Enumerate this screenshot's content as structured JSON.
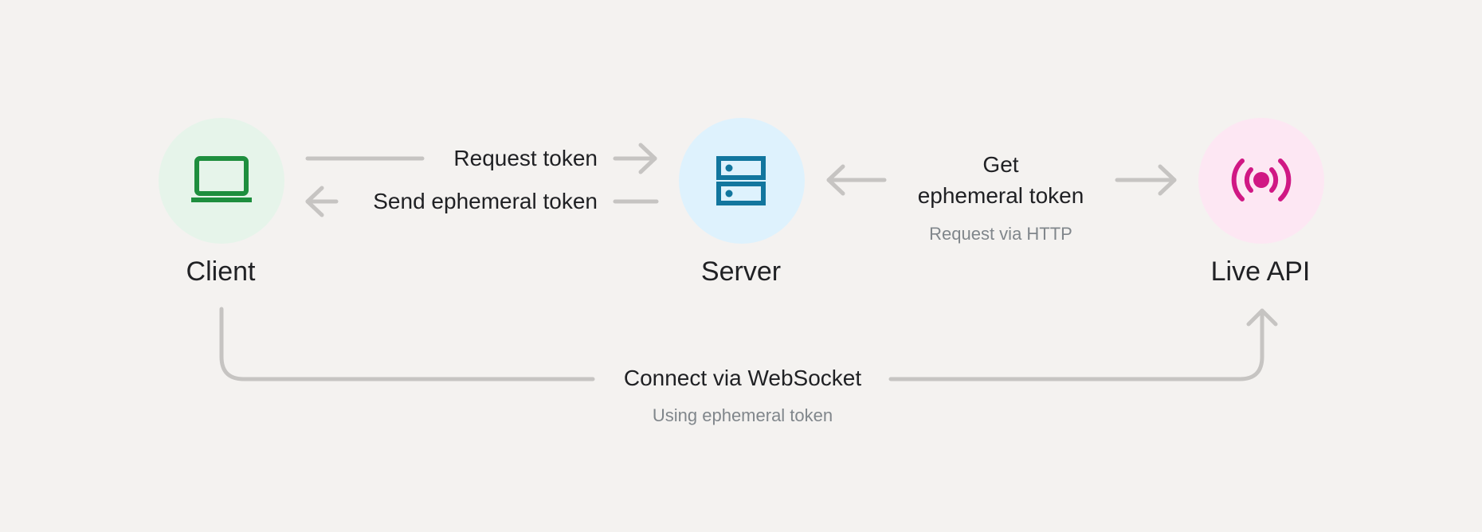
{
  "nodes": {
    "client": {
      "label": "Client",
      "icon": "laptop-icon",
      "color": "#1e8e3e",
      "bg": "#e6f4ea"
    },
    "server": {
      "label": "Server",
      "icon": "server-icon",
      "color": "#12769e",
      "bg": "#def2fd"
    },
    "live_api": {
      "label": "Live API",
      "icon": "broadcast-icon",
      "color": "#d01884",
      "bg": "#fde7f3"
    }
  },
  "edges": {
    "request_token": {
      "label": "Request token"
    },
    "send_ephemeral_token": {
      "label": "Send ephemeral token"
    },
    "get_ephemeral_token": {
      "label_line1": "Get",
      "label_line2": "ephemeral token",
      "sublabel": "Request via HTTP"
    },
    "connect_websocket": {
      "label": "Connect via WebSocket",
      "sublabel": "Using ephemeral token"
    }
  },
  "colors": {
    "background": "#f4f2f0",
    "arrow": "#c6c4c2",
    "text": "#202124",
    "subtext": "#80868b"
  }
}
